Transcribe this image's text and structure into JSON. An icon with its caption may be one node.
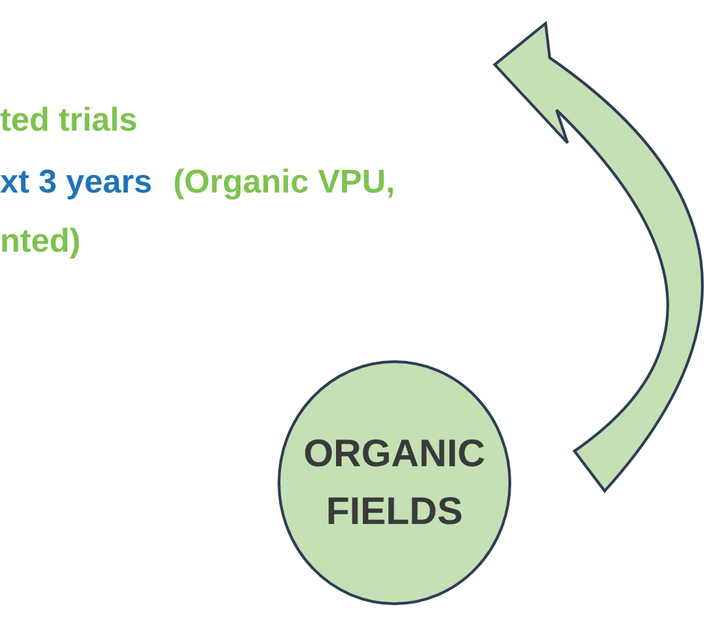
{
  "diagram": {
    "nodes": [
      {
        "text": [
          "ORGANIC FIELDS"
        ]
      }
    ],
    "labels": [
      "ted trials",
      "xt 3 years",
      "(Organic VPU,",
      "nted)"
    ]
  }
}
